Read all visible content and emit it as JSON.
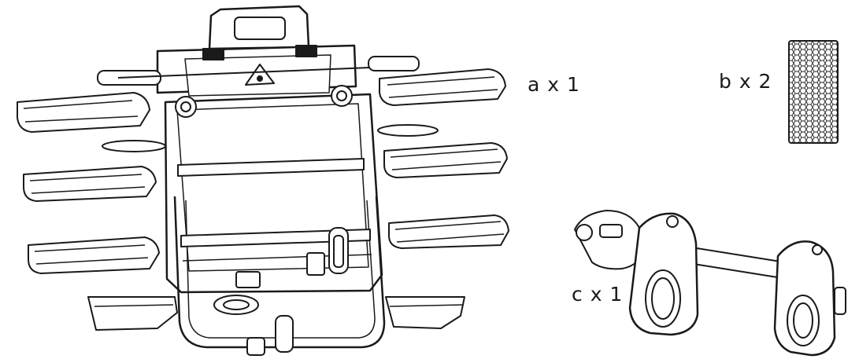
{
  "parts": {
    "a": {
      "label": "a x 1"
    },
    "b": {
      "label": "b x 2"
    },
    "c": {
      "label": "c x 1"
    }
  },
  "colors": {
    "line": "#1a1a1a",
    "background": "#ffffff"
  }
}
